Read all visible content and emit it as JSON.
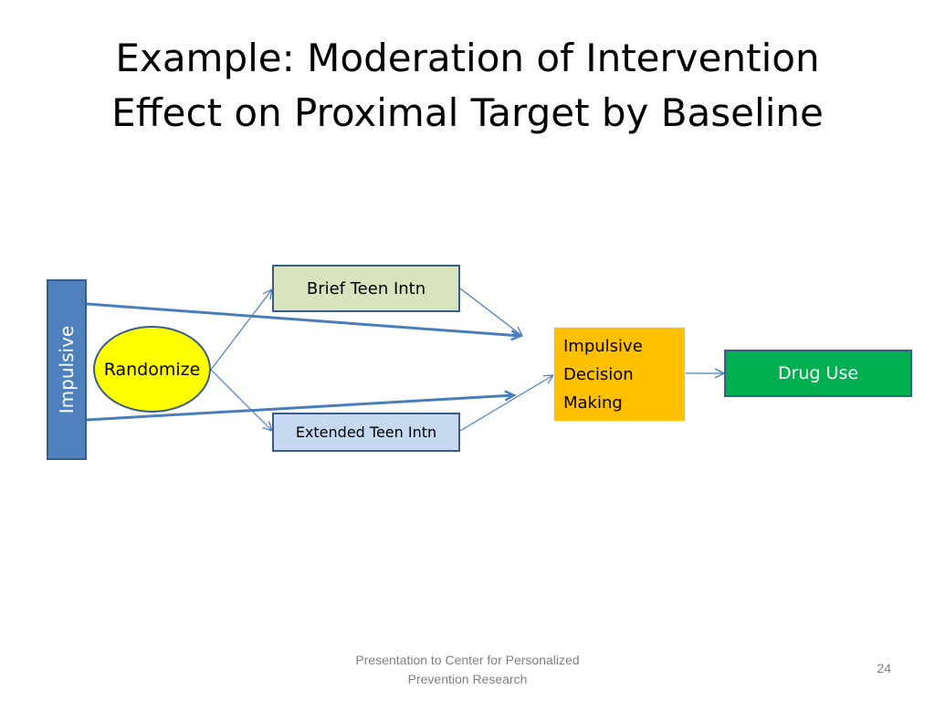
{
  "title": {
    "line1": "Example: Moderation of Intervention",
    "line2": "Effect on Proximal Target by Baseline"
  },
  "diagram": {
    "impulsive": "Impulsive",
    "randomize": "Randomize",
    "brief": "Brief Teen Intn",
    "extended": "Extended Teen Intn",
    "impulsive_decision": [
      "Impulsive",
      "Decision",
      "Making"
    ],
    "drug_use": "Drug Use"
  },
  "footer": {
    "line1": "Presentation to Center for Personalized",
    "line2": "Prevention Research",
    "page": "24"
  },
  "colors": {
    "arrow": "#4a7ebb",
    "brief_fill": "#d7e4bd",
    "extended_fill": "#c6d9f1",
    "decision_fill": "#ffc000",
    "drug_use_fill": "#00b050",
    "impulsive_fill": "#4f81bd",
    "randomize_fill": "#ffff00"
  }
}
